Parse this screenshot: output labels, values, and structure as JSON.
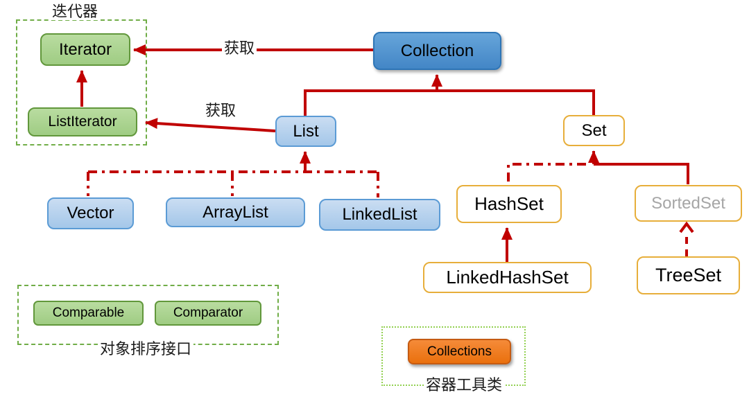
{
  "diagram": {
    "type": "class-hierarchy",
    "topic": "Java Collection framework"
  },
  "nodes": {
    "iterator": "Iterator",
    "list_iterator": "ListIterator",
    "collection": "Collection",
    "list": "List",
    "set": "Set",
    "vector": "Vector",
    "array_list": "ArrayList",
    "linked_list": "LinkedList",
    "hash_set": "HashSet",
    "sorted_set": "SortedSet",
    "linked_hash_set": "LinkedHashSet",
    "tree_set": "TreeSet",
    "comparable": "Comparable",
    "comparator": "Comparator",
    "collections": "Collections"
  },
  "captions": {
    "iterator_group": "迭代器",
    "fetch_collection_label": "获取",
    "fetch_list_label": "获取",
    "sorting_group": "对象排序接口",
    "utility_group": "容器工具类"
  },
  "colors": {
    "arrow_red": "#c00000",
    "collection_blue_fill": "#4a90ce",
    "collection_blue_border": "#2e75b6",
    "light_blue_fill": "#aecbeb",
    "light_blue_border": "#5b9bd5",
    "green_fill": "#a9d18e",
    "green_border": "#61973b",
    "yellow_fill": "#fcd979",
    "yellow_border": "#e7ae3a",
    "orange_fill": "#ed7d31",
    "orange_border": "#c55a11",
    "group_dashed_green": "#70ad47",
    "group_dotted_green": "#92d050",
    "sorted_set_text_gray": "#a6a6a6"
  }
}
